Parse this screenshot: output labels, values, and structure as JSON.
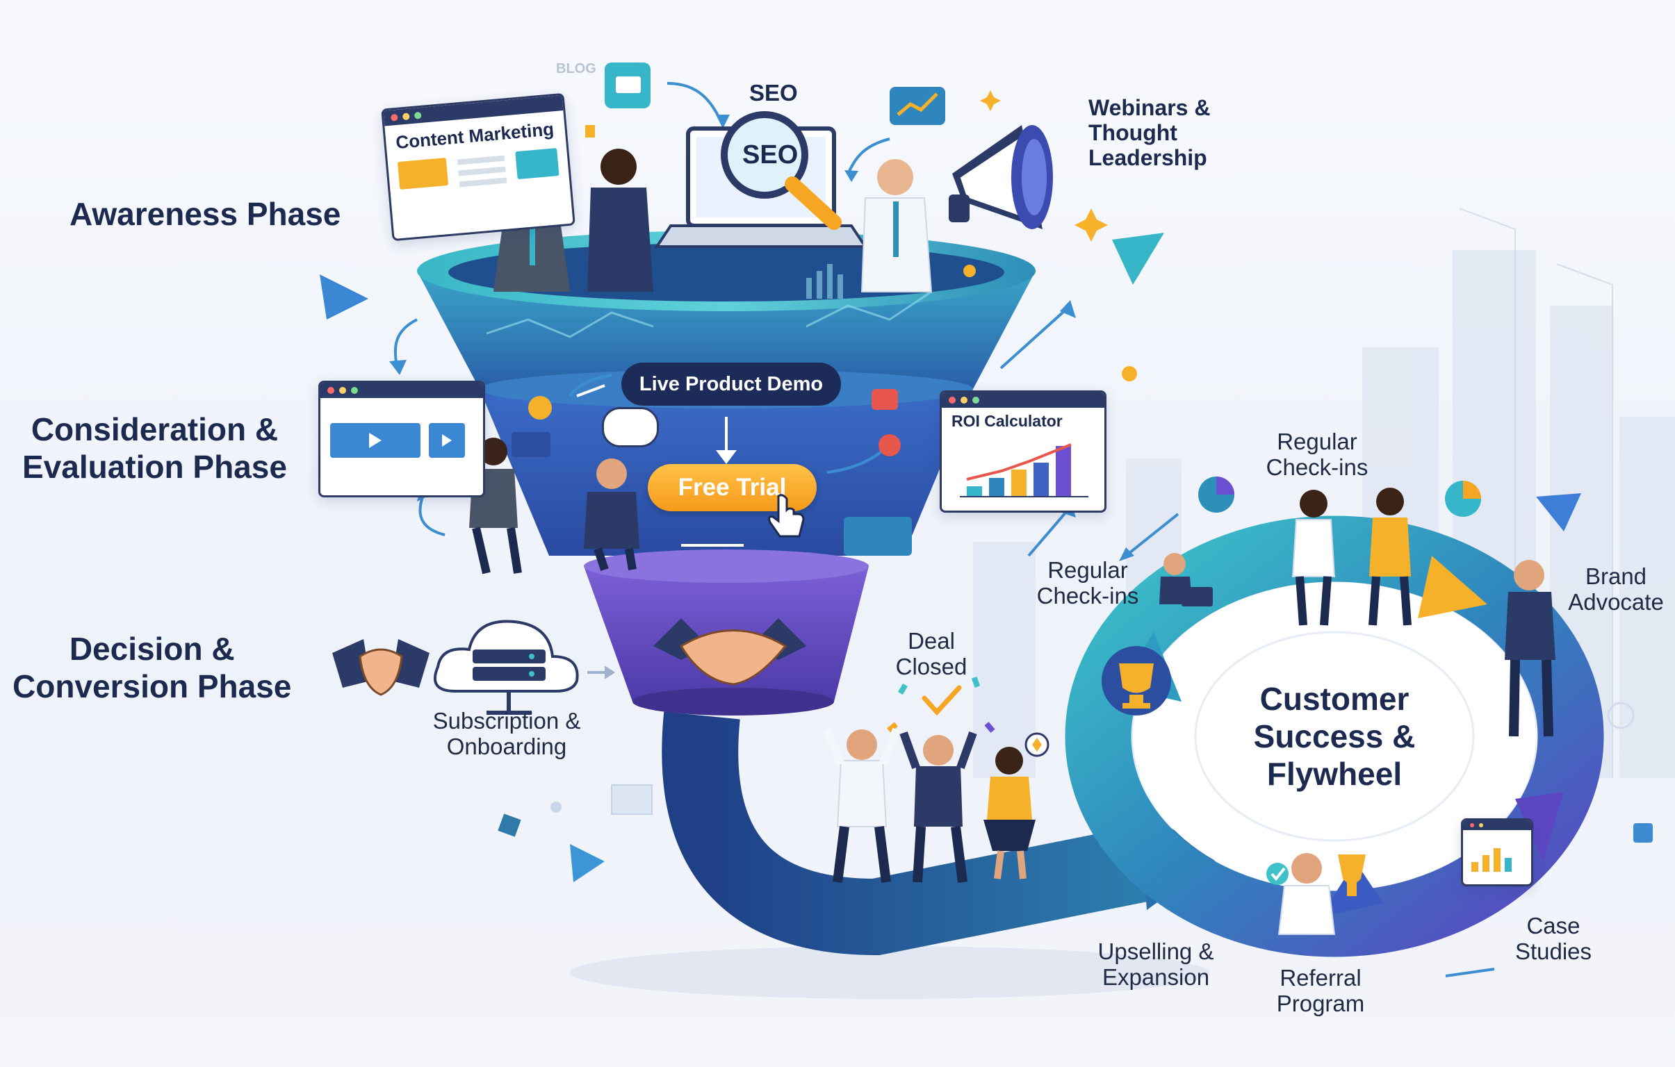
{
  "phases": {
    "awareness": "Awareness Phase",
    "consideration_line1": "Consideration &",
    "consideration_line2": "Evaluation Phase",
    "decision_line1": "Decision &",
    "decision_line2": "Conversion Phase"
  },
  "awareness_items": {
    "content_marketing": "Content Marketing",
    "seo_label": "SEO",
    "seo_glass": "SEO",
    "webinars_line1": "Webinars &",
    "webinars_line2": "Thought",
    "webinars_line3": "Leadership",
    "blog_tag": "BLOG"
  },
  "consideration_items": {
    "live_demo": "Live Product Demo",
    "free_trial": "Free Trial",
    "roi_calculator": "ROI Calculator"
  },
  "decision_items": {
    "subscription_line1": "Subscription &",
    "subscription_line2": "Onboarding",
    "deal_line1": "Deal",
    "deal_line2": "Closed"
  },
  "flywheel": {
    "center_line1": "Customer",
    "center_line2": "Success &",
    "center_line3": "Flywheel",
    "checkins_top_line1": "Regular",
    "checkins_top_line2": "Check-ins",
    "checkins_left_line1": "Regular",
    "checkins_left_line2": "Check-ins",
    "brand_line1": "Brand",
    "brand_line2": "Advocate",
    "case_line1": "Case",
    "case_line2": "Studies",
    "referral_line1": "Referral",
    "referral_line2": "Program",
    "upsell_line1": "Upselling &",
    "upsell_line2": "Expansion"
  },
  "colors": {
    "navy": "#1b2a4e",
    "funnel_top": "#2f8fb5",
    "funnel_mid": "#3e63c4",
    "funnel_bottom": "#6a4fc4",
    "teal": "#3ec1c9",
    "orange": "#f6a623",
    "purple": "#6d4fd1"
  }
}
